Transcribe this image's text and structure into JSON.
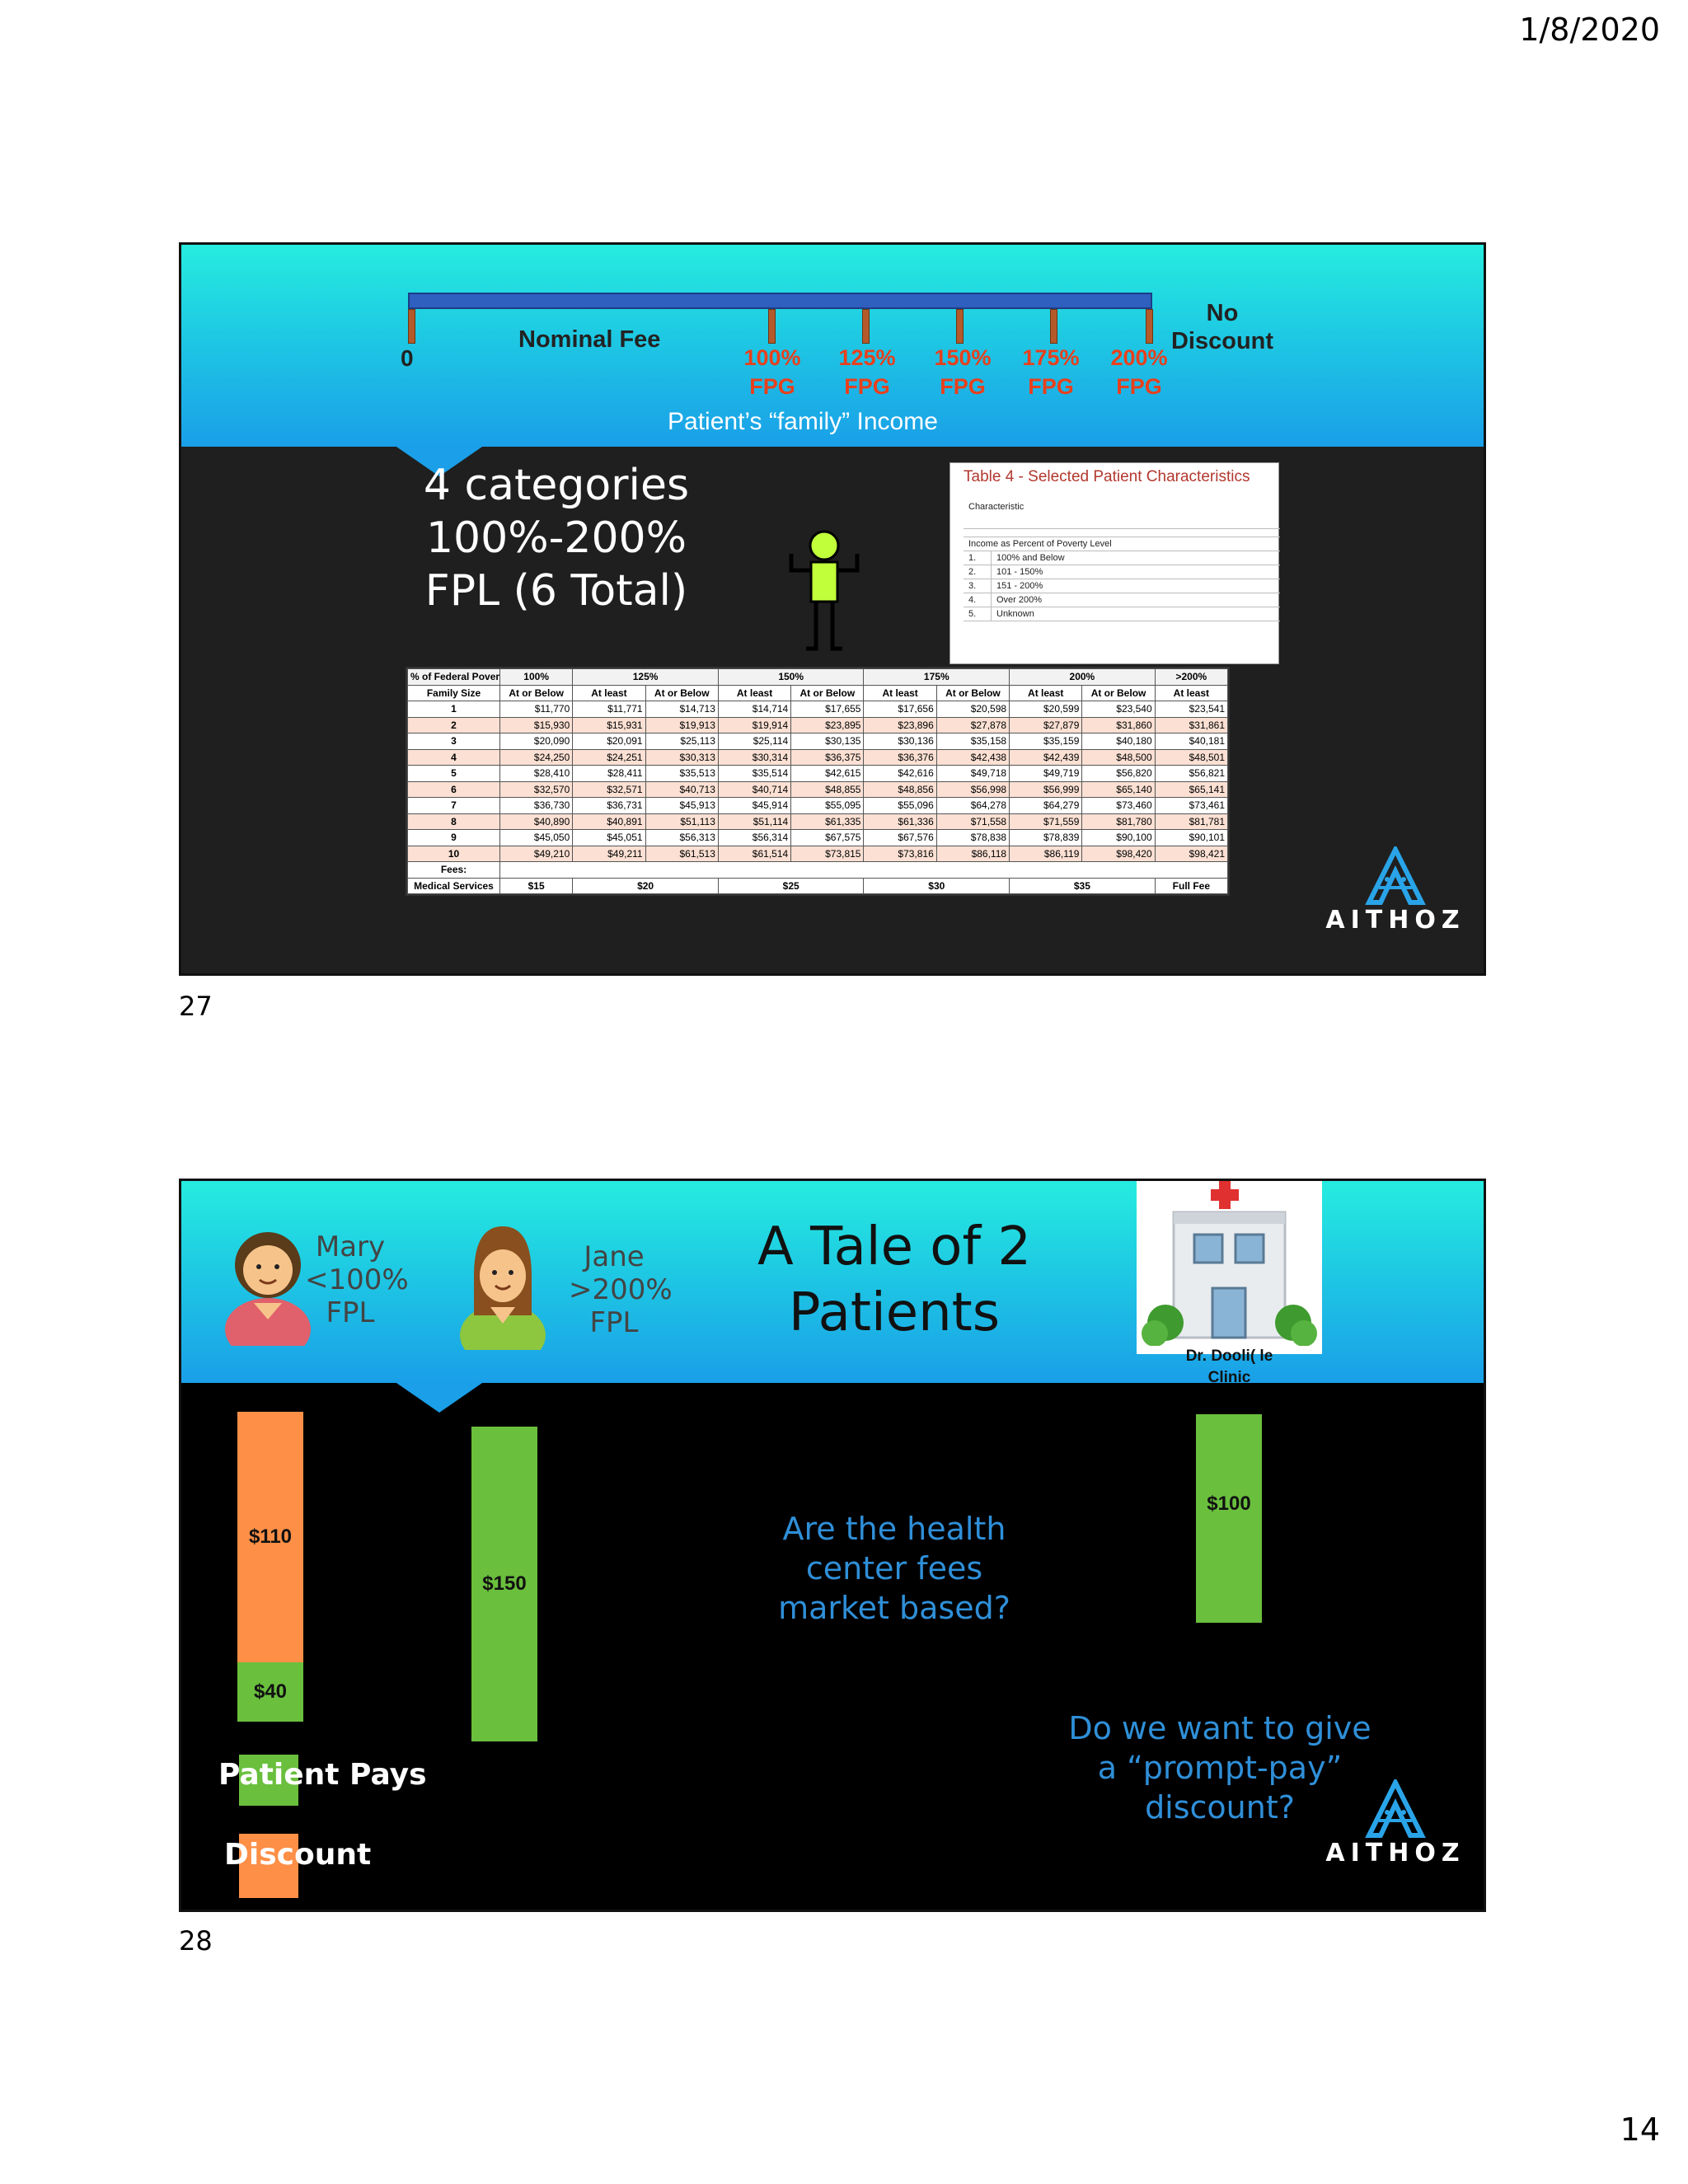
{
  "header": {
    "date": "1/8/2020"
  },
  "page_number": "14",
  "slide27": {
    "number": "27",
    "scale": {
      "zero": "0",
      "nominal_fee": "Nominal Fee",
      "no_discount_line1": "No",
      "no_discount_line2": "Discount",
      "caption": "Patient’s “family” Income",
      "levels": [
        {
          "pct": "100%",
          "unit": "FPG"
        },
        {
          "pct": "125%",
          "unit": "FPG"
        },
        {
          "pct": "150%",
          "unit": "FPG"
        },
        {
          "pct": "175%",
          "unit": "FPG"
        },
        {
          "pct": "200%",
          "unit": "FPG"
        }
      ]
    },
    "categories": {
      "line1": "4 categories",
      "line2": "100%-200%",
      "line3": "FPL (6 Total)"
    },
    "table4": {
      "title": "Table 4 - Selected Patient Characteristics",
      "characteristic": "Characteristic",
      "section": "Income as Percent of Poverty Level",
      "items": [
        {
          "n": "1.",
          "label": "100% and Below"
        },
        {
          "n": "2.",
          "label": "101 - 150%"
        },
        {
          "n": "3.",
          "label": "151 - 200%"
        },
        {
          "n": "4.",
          "label": "Over 200%"
        },
        {
          "n": "5.",
          "label": "Unknown"
        }
      ]
    },
    "fpl_table": {
      "level_label": "% of Federal Povery Level:",
      "levels": [
        "100%",
        "125%",
        "150%",
        "175%",
        "200%",
        ">200%"
      ],
      "family_size_label": "Family Size",
      "sub_headers": [
        "At or Below",
        "At least",
        "At or Below",
        "At least",
        "At or Below",
        "At least",
        "At or Below",
        "At least",
        "At or Below",
        "At least"
      ],
      "rows": [
        [
          "1",
          "$11,770",
          "$11,771",
          "$14,713",
          "$14,714",
          "$17,655",
          "$17,656",
          "$20,598",
          "$20,599",
          "$23,540",
          "$23,541"
        ],
        [
          "2",
          "$15,930",
          "$15,931",
          "$19,913",
          "$19,914",
          "$23,895",
          "$23,896",
          "$27,878",
          "$27,879",
          "$31,860",
          "$31,861"
        ],
        [
          "3",
          "$20,090",
          "$20,091",
          "$25,113",
          "$25,114",
          "$30,135",
          "$30,136",
          "$35,158",
          "$35,159",
          "$40,180",
          "$40,181"
        ],
        [
          "4",
          "$24,250",
          "$24,251",
          "$30,313",
          "$30,314",
          "$36,375",
          "$36,376",
          "$42,438",
          "$42,439",
          "$48,500",
          "$48,501"
        ],
        [
          "5",
          "$28,410",
          "$28,411",
          "$35,513",
          "$35,514",
          "$42,615",
          "$42,616",
          "$49,718",
          "$49,719",
          "$56,820",
          "$56,821"
        ],
        [
          "6",
          "$32,570",
          "$32,571",
          "$40,713",
          "$40,714",
          "$48,855",
          "$48,856",
          "$56,998",
          "$56,999",
          "$65,140",
          "$65,141"
        ],
        [
          "7",
          "$36,730",
          "$36,731",
          "$45,913",
          "$45,914",
          "$55,095",
          "$55,096",
          "$64,278",
          "$64,279",
          "$73,460",
          "$73,461"
        ],
        [
          "8",
          "$40,890",
          "$40,891",
          "$51,113",
          "$51,114",
          "$61,335",
          "$61,336",
          "$71,558",
          "$71,559",
          "$81,780",
          "$81,781"
        ],
        [
          "9",
          "$45,050",
          "$45,051",
          "$56,313",
          "$56,314",
          "$67,575",
          "$67,576",
          "$78,838",
          "$78,839",
          "$90,100",
          "$90,101"
        ],
        [
          "10",
          "$49,210",
          "$49,211",
          "$61,513",
          "$61,514",
          "$73,815",
          "$73,816",
          "$86,118",
          "$86,119",
          "$98,420",
          "$98,421"
        ]
      ],
      "fees_label": "Fees:",
      "medical_label": "Medical Services",
      "medical_fees": [
        "$15",
        "$20",
        "$25",
        "$30",
        "$35",
        "Full Fee"
      ]
    },
    "logo": "AITHOZ"
  },
  "slide28": {
    "number": "28",
    "mary": {
      "name": "Mary",
      "income": "<100%",
      "unit": "FPL"
    },
    "jane": {
      "name": "Jane",
      "income": ">200%",
      "unit": "FPL"
    },
    "title_line1": "A Tale of 2",
    "title_line2": "Patients",
    "clinic_line1": "Dr. Dooli( le",
    "clinic_line2": "Clinic",
    "bars": {
      "mary_discount": "$110",
      "mary_pays": "$40",
      "jane_pays": "$150",
      "clinic": "$100"
    },
    "question1": [
      "Are the health",
      "center fees",
      "market based?"
    ],
    "question2": [
      "Do we want to give",
      "a “prompt-pay”",
      "discount?"
    ],
    "legend": {
      "patient_pays": "Patient Pays",
      "discount": "Discount"
    },
    "colors": {
      "patient_pays": "#6abf3d",
      "discount": "#fd8f46",
      "accent": "#2f8fd8"
    },
    "logo": "AITHOZ"
  }
}
